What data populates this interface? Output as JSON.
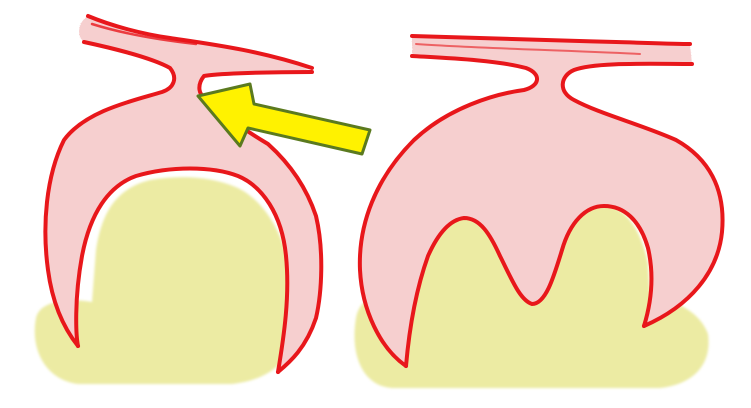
{
  "diagram": {
    "kind": "hand-drawn anatomical sketch",
    "panels": [
      "left-structure",
      "right-structure"
    ],
    "colors": {
      "background": "#ffffff",
      "outline": "#e8171b",
      "pink_fill": "#f6cfcf",
      "base_fill": "#eceba3",
      "arrow_fill": "#fff200",
      "arrow_stroke": "#5b7a1f"
    },
    "icons": {
      "pointer": "arrow-icon"
    }
  }
}
